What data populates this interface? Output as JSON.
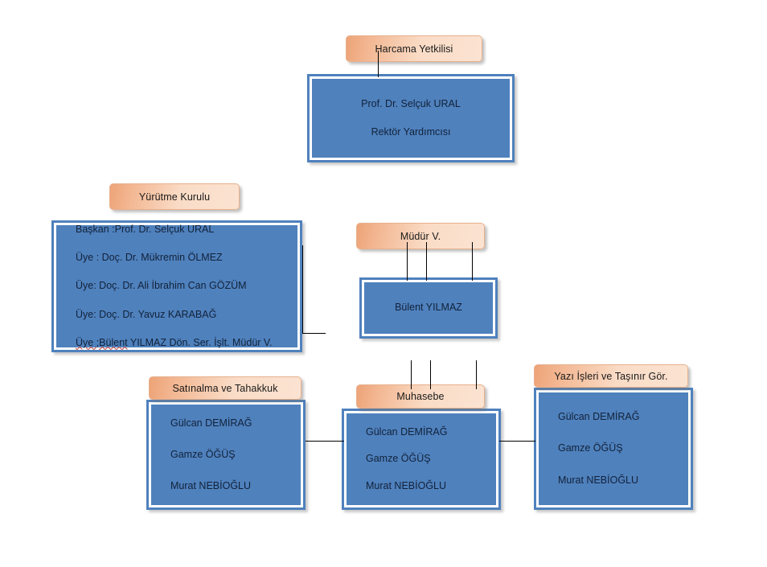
{
  "chart": {
    "type": "org-chart",
    "title": "Harcama Yetkilisi Organizasyon Şeması",
    "nodes": {
      "harcama_tag": {
        "label": "Harcama Yetkilisi"
      },
      "rektor_box": {
        "lines": [
          "Prof. Dr. Selçuk URAL",
          "Rektör  Yardımcısı"
        ]
      },
      "yurutme_tag": {
        "label": "Yürütme  Kurulu"
      },
      "yurutme_box": {
        "lines": [
          "Başkan :Prof. Dr. Selçuk URAL",
          "Üye : Doç. Dr. Mükremin ÖLMEZ",
          "Üye: Doç. Dr. Ali İbrahim Can GÖZÜM",
          "Üye: Doç. Dr. Yavuz KARABAĞ"
        ],
        "last_line_marked": "Üye ;Bülent",
        "last_line_rest": " YILMAZ Dön. Ser. İşlt. Müdür V."
      },
      "mudur_tag": {
        "label": "Müdür V."
      },
      "mudur_box": {
        "lines": [
          "Bülent YILMAZ"
        ]
      },
      "satinalma_tag": {
        "label": "Satınalma ve Tahakkuk"
      },
      "satinalma_box": {
        "lines": [
          "Gülcan DEMİRAĞ",
          "Gamze ÖĞÜŞ",
          "Murat NEBİOĞLU"
        ]
      },
      "muhasebe_tag": {
        "label": "Muhasebe"
      },
      "muhasebe_box": {
        "lines": [
          "Gülcan DEMİRAĞ",
          "Gamze ÖĞÜŞ",
          "Murat NEBİOĞLU"
        ]
      },
      "yazi_tag": {
        "label": "Yazı İşleri ve Taşınır Gör."
      },
      "yazi_box": {
        "lines": [
          "Gülcan DEMİRAĞ",
          "Gamze ÖĞÜŞ",
          "Murat NEBİOĞLU"
        ]
      }
    },
    "colors": {
      "box_blue": "#4f81bd",
      "box_inner_border": "#ffffff",
      "tag_orange_dark": "#eda377",
      "tag_orange_light": "#fbe3d2",
      "connector": "#000000",
      "spellcheck_underline": "#c0392b",
      "text": "#12223a",
      "background": "#ffffff"
    }
  }
}
